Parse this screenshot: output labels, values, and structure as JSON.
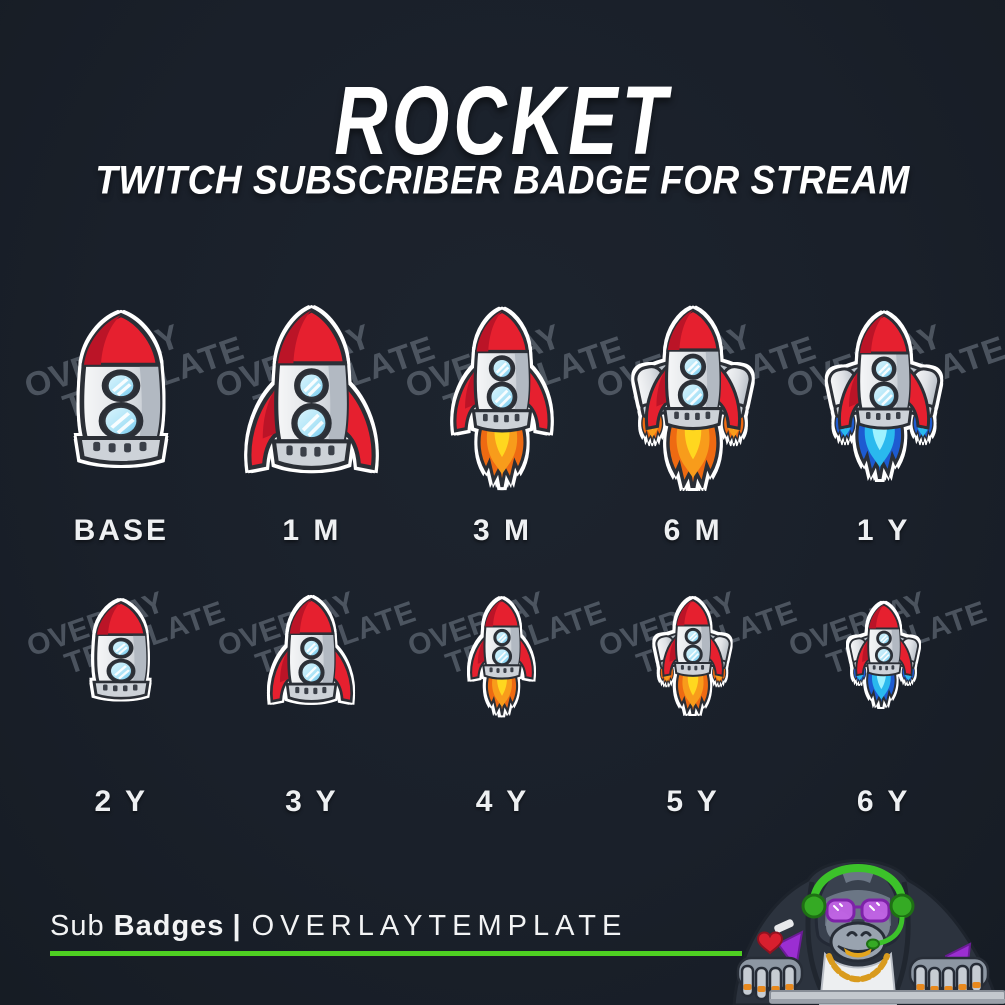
{
  "page": {
    "background_color": "#1a202a",
    "title": "ROCKET",
    "subtitle": "TWITCH SUBSCRIBER BADGE FOR STREAM"
  },
  "watermark": {
    "line1": "OVERLAY",
    "line2": "TEMPLATE",
    "color": "#7d8894"
  },
  "badge_rows": {
    "row1": [
      {
        "label": "BASE",
        "icon": "rocket-capsule-badge"
      },
      {
        "label": "1 M",
        "icon": "rocket-fins-badge"
      },
      {
        "label": "3 M",
        "icon": "rocket-fins-orange-flame-badge"
      },
      {
        "label": "6 M",
        "icon": "rocket-boosters-orange-flame-badge"
      },
      {
        "label": "1 Y",
        "icon": "rocket-boosters-blue-flame-badge"
      }
    ],
    "row2": [
      {
        "label": "2 Y",
        "icon": "rocket-capsule-badge"
      },
      {
        "label": "3 Y",
        "icon": "rocket-fins-badge"
      },
      {
        "label": "4 Y",
        "icon": "rocket-fins-orange-flame-badge"
      },
      {
        "label": "5 Y",
        "icon": "rocket-boosters-orange-flame-badge"
      },
      {
        "label": "6 Y",
        "icon": "rocket-boosters-blue-flame-badge"
      }
    ]
  },
  "footer": {
    "brand_regular": "Sub",
    "brand_bold": "Badges",
    "separator": "|",
    "site_name": "OVERLAYTEMPLATE",
    "accent_color": "#4ed022"
  },
  "mascot": {
    "name": "gorilla-streamer-mascot"
  },
  "colors": {
    "rocket_red": "#e6202f",
    "rocket_body_light": "#f4f5f6",
    "rocket_body_shade": "#b9c0c8",
    "window_glass": "#c4ebfb",
    "flame_orange_outer": "#ee6a12",
    "flame_orange_core": "#ffd71f",
    "flame_blue_outer": "#1d5bd1",
    "flame_blue_core": "#9ef2ff",
    "watermark_gray": "#7d8894"
  }
}
